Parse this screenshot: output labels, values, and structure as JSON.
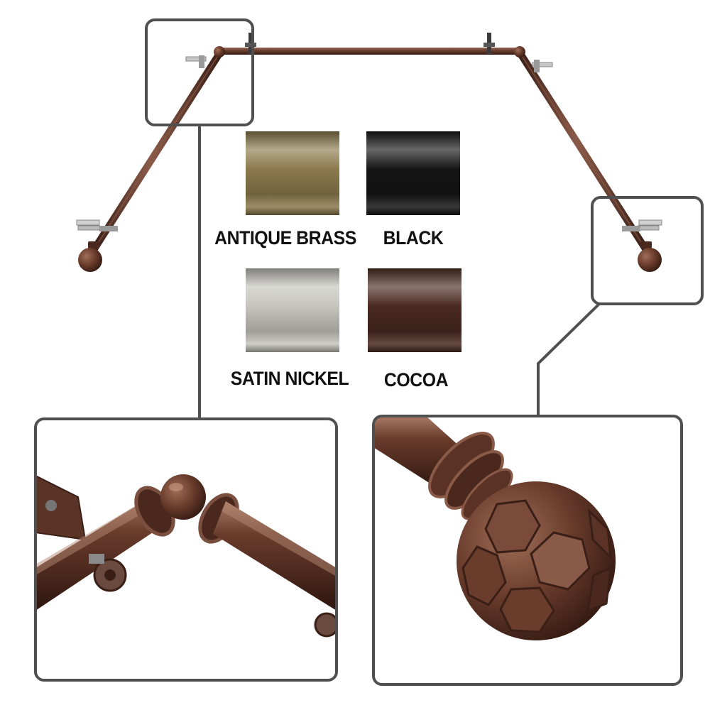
{
  "swatches": [
    {
      "label": "ANTIQUE BRASS",
      "color": "#8c7a4c"
    },
    {
      "label": "BLACK",
      "color": "#151515"
    },
    {
      "label": "SATIN NICKEL",
      "color": "#c5c4bd"
    },
    {
      "label": "COCOA",
      "color": "#4a2a20"
    }
  ],
  "colors": {
    "rod": "#5a3428",
    "rod_highlight": "#9a6a58",
    "frame": "#505050",
    "bracket": "#c8c8c8"
  },
  "icons": [
    "bay-window-curtain-rod",
    "corner-connector",
    "faceted-ball-finial"
  ]
}
